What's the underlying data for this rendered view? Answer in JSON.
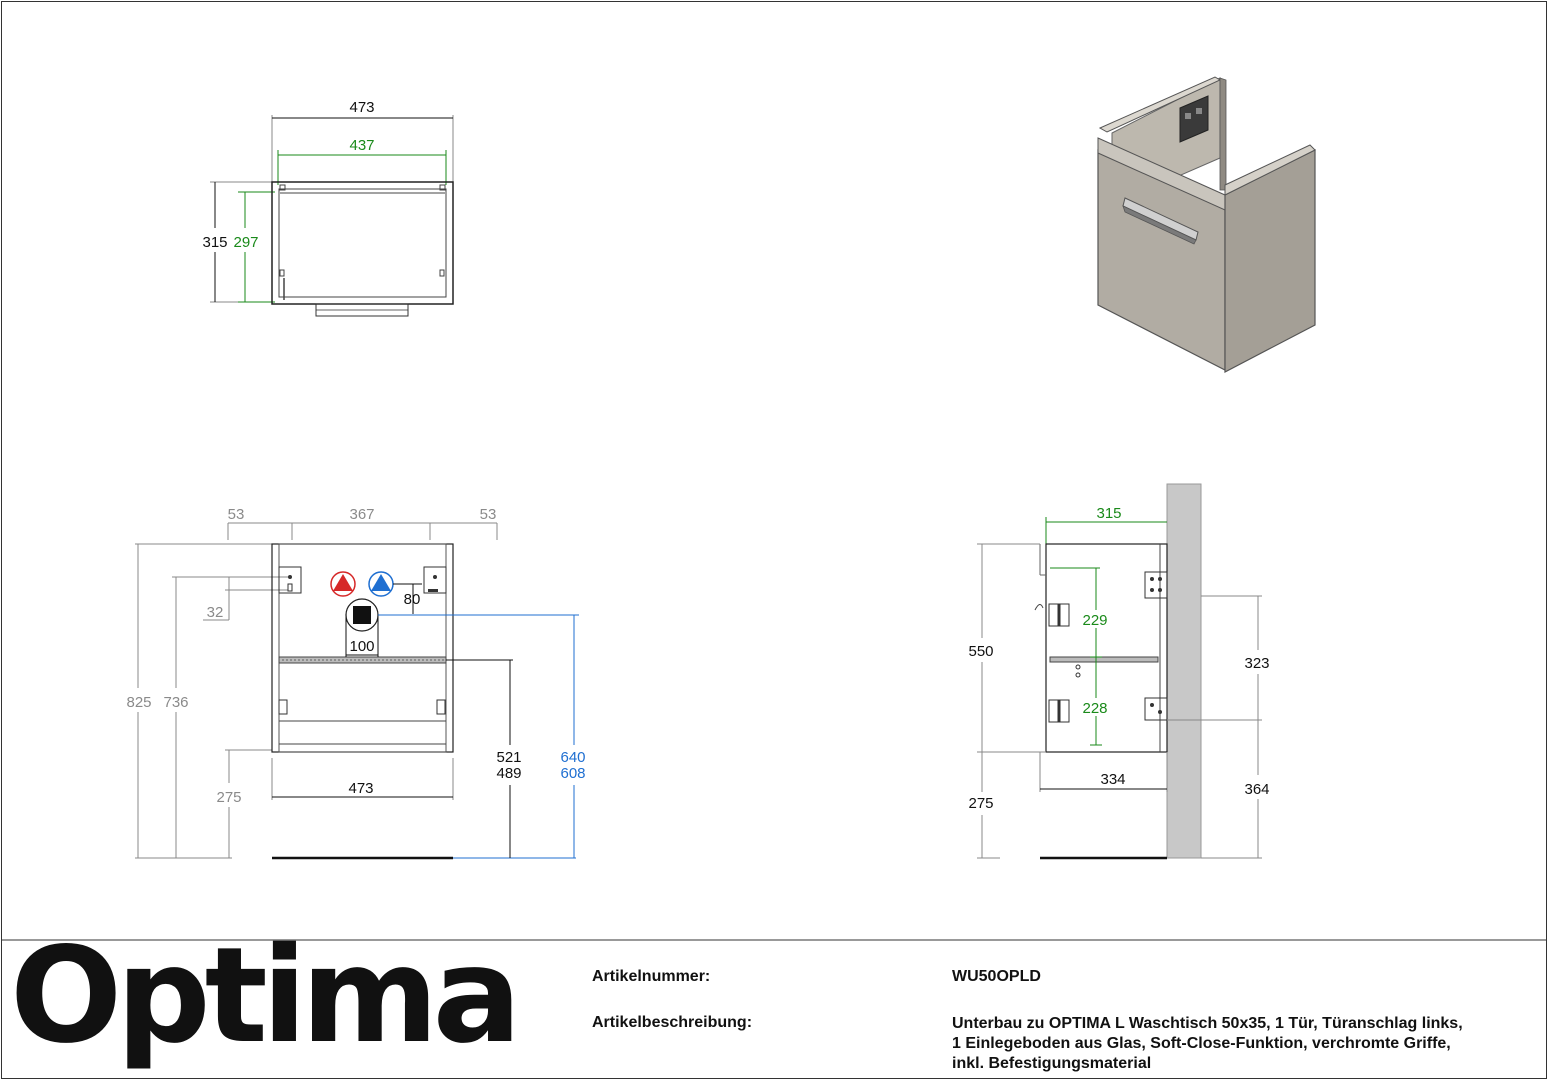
{
  "colors": {
    "green": "#1a8a1a",
    "blue": "#1f6fd1",
    "gray": "#8a8a8a",
    "black": "#111111",
    "cabinet": "#b1aca3",
    "wall": "#c8c8c8",
    "hot": "#d62828",
    "cold": "#1f6fd1"
  },
  "top_view": {
    "overall_width": "473",
    "inner_width": "437",
    "depth": "315",
    "inner_depth": "297"
  },
  "front_view": {
    "left_margin": "53",
    "center_spacing": "367",
    "right_margin": "53",
    "total_height": "825",
    "top_fixing_height": "736",
    "fixing_offset": "32",
    "connection_offset": "80",
    "drain_width": "100",
    "bottom_clearance": "275",
    "body_width": "473",
    "shelf_height_a": "521",
    "shelf_height_b": "489",
    "drain_height_a": "640",
    "drain_height_b": "608"
  },
  "side_view": {
    "depth": "315",
    "height": "550",
    "upper_compartment": "229",
    "lower_compartment": "228",
    "inner_depth": "334",
    "bottom_clearance": "275",
    "wall_upper": "323",
    "wall_lower": "364"
  },
  "footer": {
    "logo": "Optima",
    "article_number_label": "Artikelnummer:",
    "article_number": "WU50OPLD",
    "description_label": "Artikelbeschreibung:",
    "description_line1": "Unterbau zu OPTIMA L Waschtisch 50x35, 1 Tür, Türanschlag links,",
    "description_line2": "1 Einlegeboden aus Glas, Soft-Close-Funktion, verchromte Griffe,",
    "description_line3": "inkl. Befestigungsmaterial"
  }
}
